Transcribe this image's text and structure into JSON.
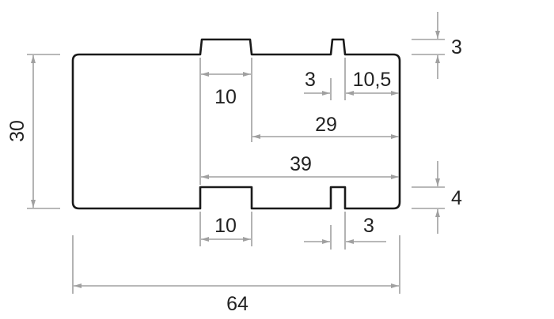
{
  "dimensions": {
    "overall_height": "30",
    "overall_width": "64",
    "top_tab_width": "10",
    "bottom_notch_width": "10",
    "small_tab_width_top": "3",
    "small_notch_width_bottom": "3",
    "right_offset": "10,5",
    "offset_29": "29",
    "offset_39": "39",
    "tab_height": "3",
    "notch_depth": "4"
  },
  "colors": {
    "outline": "#1a1a1a",
    "dimension_lines": "#a0a0a0",
    "text": "#222222"
  }
}
